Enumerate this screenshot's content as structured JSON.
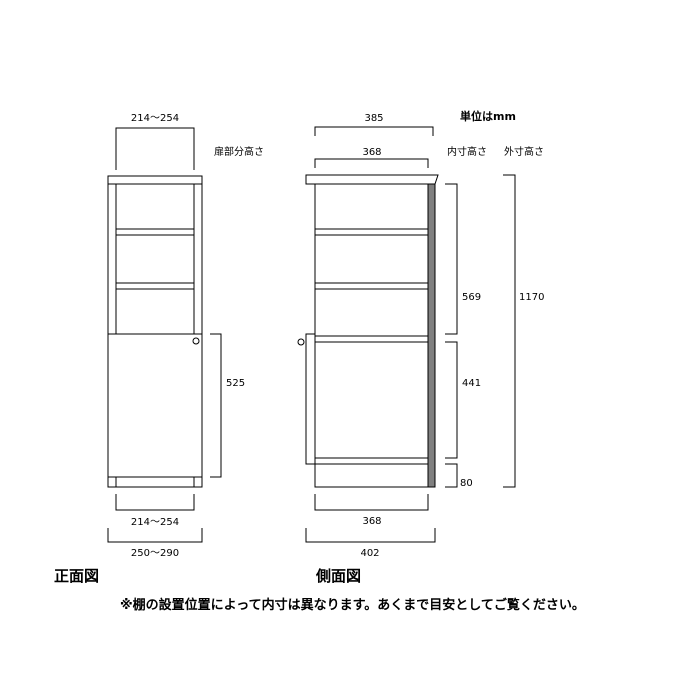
{
  "unit_label": "単位はmm",
  "front_view": {
    "title": "正面図",
    "top_width": "214～254",
    "door_height_label": "扉部分高さ",
    "door_height": "525",
    "inner_width": "214～254",
    "outer_width": "250～290"
  },
  "side_view": {
    "title": "側面図",
    "top_depth": "385",
    "inner_depth_top": "368",
    "inner_height_label": "内寸高さ",
    "outer_height_label": "外寸高さ",
    "upper_inner_height": "569",
    "lower_inner_height": "441",
    "base_height": "80",
    "outer_height": "1170",
    "inner_depth_bottom": "368",
    "outer_depth": "402"
  },
  "note": "※棚の設置位置によって内寸は異なります。あくまで目安としてご覧ください。"
}
